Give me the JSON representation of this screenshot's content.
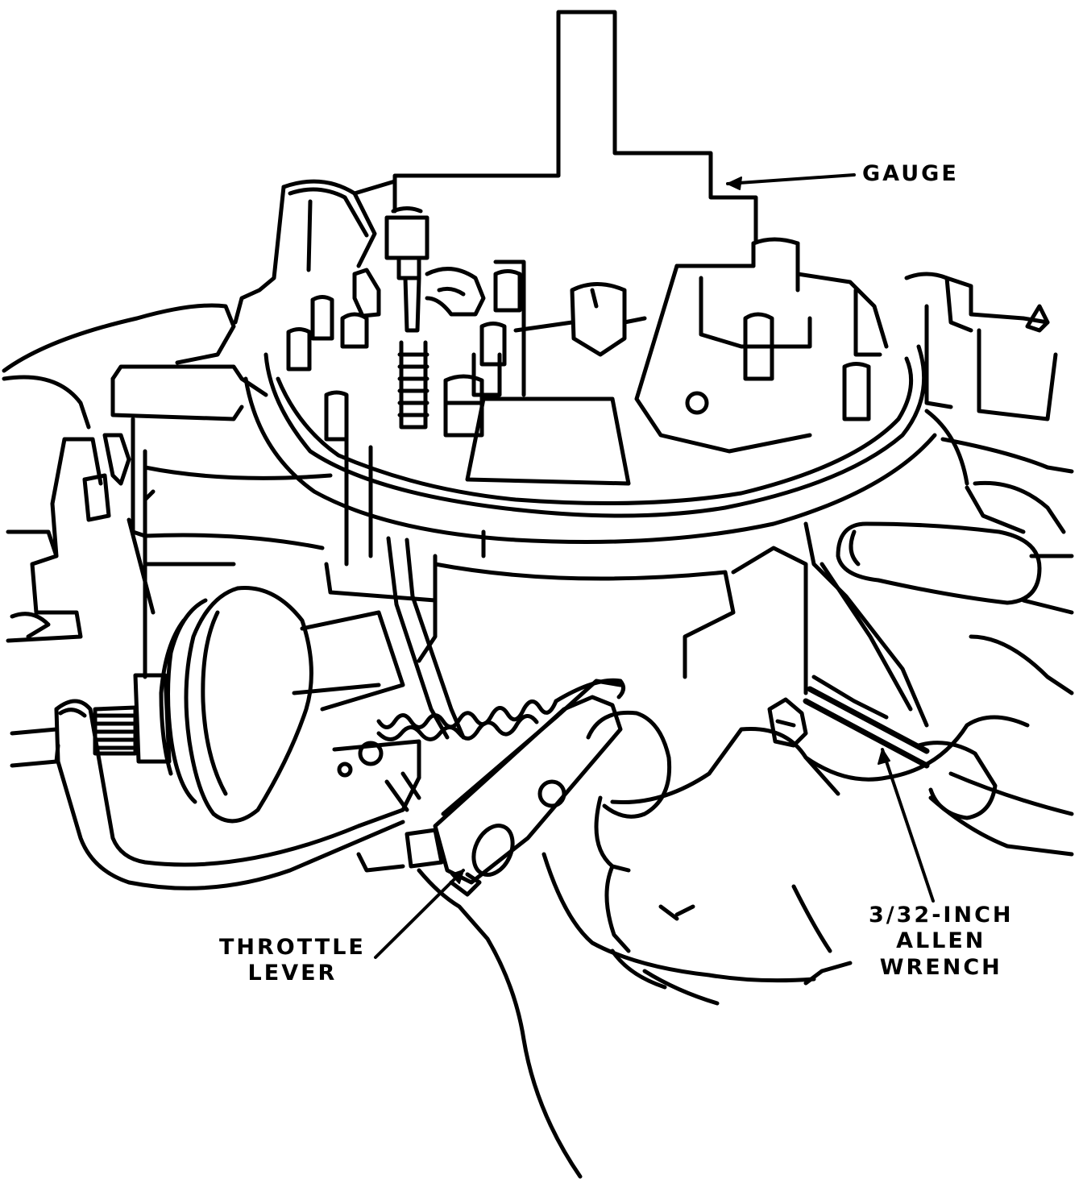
{
  "labels": {
    "gauge": "GAUGE",
    "throttle_lever": [
      "THROTTLE",
      "LEVER"
    ],
    "allen_wrench": [
      "3/32-INCH",
      "ALLEN",
      "WRENCH"
    ]
  },
  "colors": {
    "ink": "#000000",
    "paper": "#ffffff"
  }
}
